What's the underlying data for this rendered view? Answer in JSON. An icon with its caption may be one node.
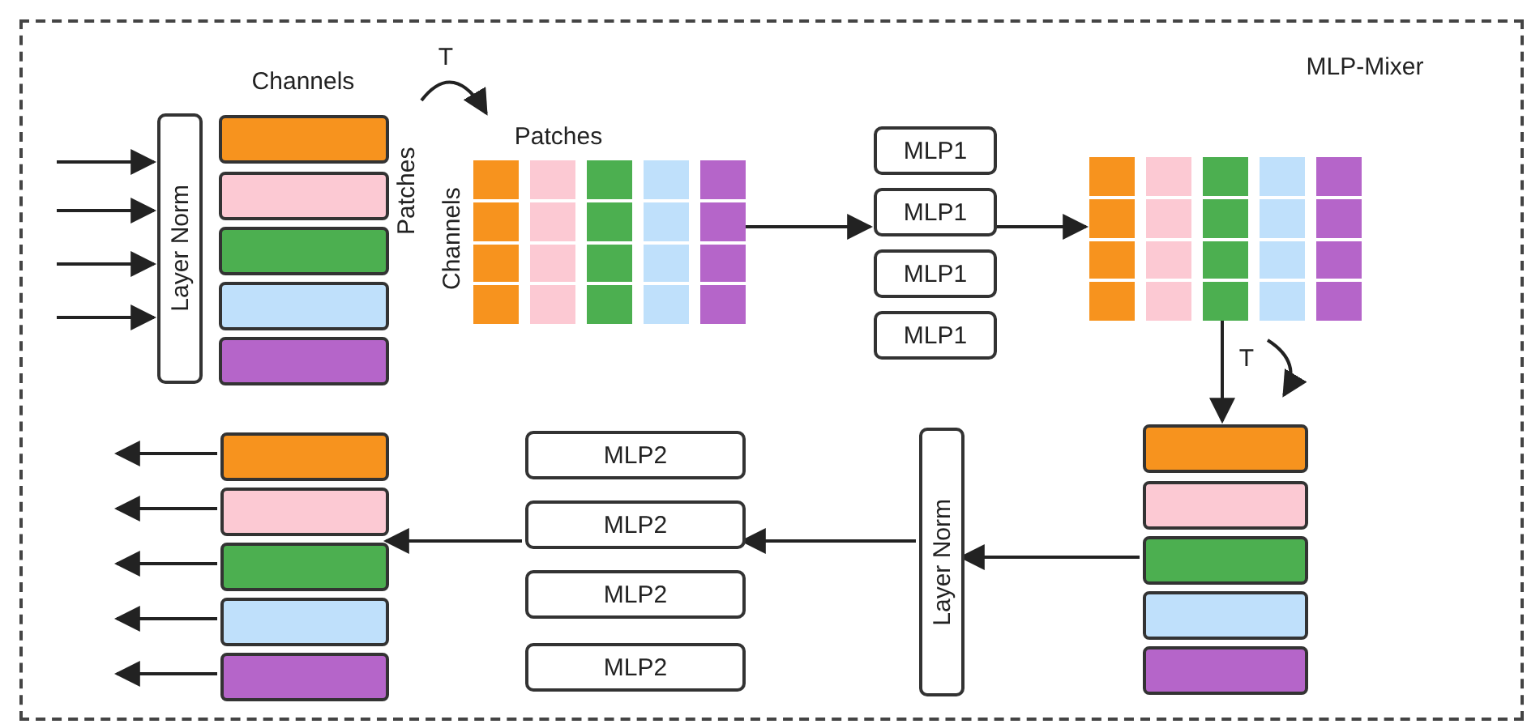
{
  "diagram": {
    "nodes": [
      {
        "text": [
          "MLP-Mixer"
        ]
      },
      {
        "text": [
          "Layer Norm"
        ],
        "in": 0
      },
      {
        "text": [
          "Channels",
          "Patches"
        ],
        "in": 0
      },
      {
        "text": [],
        "shape": "bar",
        "in": 2
      },
      {
        "text": [],
        "shape": "bar",
        "in": 2
      },
      {
        "text": [],
        "shape": "bar",
        "in": 2
      },
      {
        "text": [],
        "shape": "bar",
        "in": 2
      },
      {
        "text": [],
        "shape": "bar",
        "in": 2
      },
      {
        "text": [
          "Patches",
          "Channels"
        ],
        "in": 0
      },
      {
        "text": [],
        "shape": "bar",
        "in": 8
      },
      {
        "text": [],
        "shape": "bar",
        "in": 8
      },
      {
        "text": [],
        "shape": "bar",
        "in": 8
      },
      {
        "text": [],
        "shape": "bar",
        "in": 8
      },
      {
        "text": [],
        "shape": "bar",
        "in": 8
      },
      {
        "text": [
          "MLP1"
        ],
        "in": 0
      },
      {
        "text": [
          "MLP1"
        ],
        "in": 0
      },
      {
        "text": [
          "MLP1"
        ],
        "in": 0
      },
      {
        "text": [
          "MLP1"
        ],
        "in": 0
      },
      {
        "text": [],
        "shape": "bar",
        "in": 0
      },
      {
        "text": [],
        "shape": "bar",
        "in": 0
      },
      {
        "text": [],
        "shape": "bar",
        "in": 0
      },
      {
        "text": [],
        "shape": "bar",
        "in": 0
      },
      {
        "text": [],
        "shape": "bar",
        "in": 0
      },
      {
        "text": [],
        "shape": "bar",
        "in": 0
      },
      {
        "text": [],
        "shape": "bar",
        "in": 0
      },
      {
        "text": [],
        "shape": "bar",
        "in": 0
      },
      {
        "text": [],
        "shape": "bar",
        "in": 0
      },
      {
        "text": [],
        "shape": "bar",
        "in": 0
      },
      {
        "text": [
          "Layer Norm"
        ],
        "in": 0
      },
      {
        "text": [
          "MLP2"
        ],
        "in": 0
      },
      {
        "text": [
          "MLP2"
        ],
        "in": 0
      },
      {
        "text": [
          "MLP2"
        ],
        "in": 0
      },
      {
        "text": [
          "MLP2"
        ],
        "in": 0
      },
      {
        "text": [],
        "shape": "bar",
        "in": 0
      },
      {
        "text": [],
        "shape": "bar",
        "in": 0
      },
      {
        "text": [],
        "shape": "bar",
        "in": 0
      },
      {
        "text": [],
        "shape": "bar",
        "in": 0
      },
      {
        "text": [],
        "shape": "bar",
        "in": 0
      }
    ],
    "edges": [
      {
        "from": null,
        "to": 1,
        "arrow": "to"
      },
      {
        "from": null,
        "to": 1,
        "arrow": "to"
      },
      {
        "from": null,
        "to": 1,
        "arrow": "to"
      },
      {
        "from": null,
        "to": 1,
        "arrow": "to"
      },
      {
        "from": 2,
        "to": 8,
        "arrow": "to",
        "label": "T"
      },
      {
        "from": 8,
        "to": 15,
        "arrow": "to"
      },
      {
        "from": 15,
        "to": 18,
        "arrow": "to"
      },
      {
        "from": 20,
        "to": 23,
        "arrow": "to",
        "label": "T"
      },
      {
        "from": 25,
        "to": 28,
        "arrow": "to"
      },
      {
        "from": 28,
        "to": 30,
        "arrow": "to"
      },
      {
        "from": 30,
        "to": 35,
        "arrow": "to"
      },
      {
        "from": 33,
        "to": null,
        "arrow": "to"
      },
      {
        "from": 34,
        "to": null,
        "arrow": "to"
      },
      {
        "from": 35,
        "to": null,
        "arrow": "to"
      },
      {
        "from": 36,
        "to": null,
        "arrow": "to"
      },
      {
        "from": 37,
        "to": null,
        "arrow": "to"
      }
    ]
  }
}
